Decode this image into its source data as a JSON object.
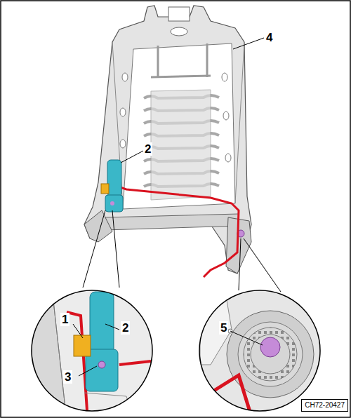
{
  "diagram": {
    "nodes": [
      {
        "text": [
          "CH72-20427"
        ]
      }
    ],
    "labels": [
      "4",
      "2",
      "1",
      "2",
      "3",
      "5"
    ]
  }
}
